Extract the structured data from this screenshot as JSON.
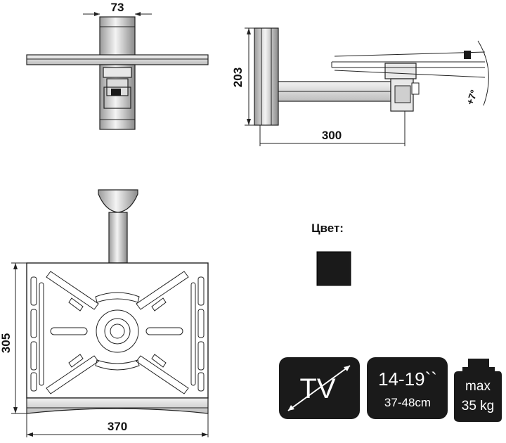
{
  "dimensions": {
    "top_width": "73",
    "side_height": "203",
    "side_length": "300",
    "tilt": "+7°",
    "front_height": "305",
    "front_width": "370"
  },
  "color_label": "Цвет:",
  "color_swatch": "#1a1a1a",
  "badges": {
    "tv": "TV",
    "size_in": "14-19``",
    "size_cm": "37-48cm",
    "max": "max",
    "weight": "35 kg"
  },
  "colors": {
    "badge_bg": "#1a1a1a",
    "part_fill": "#e8e8e8",
    "line": "#222222"
  }
}
